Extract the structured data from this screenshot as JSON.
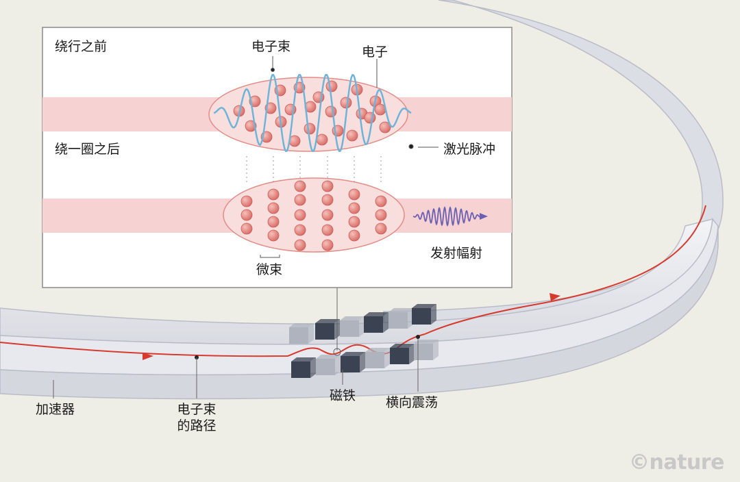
{
  "labels": {
    "before": "绕行之前",
    "after": "绕一圈之后",
    "electron_beam": "电子束",
    "electron": "电子",
    "laser_pulse": "激光脉冲",
    "microbunch": "微束",
    "emit_radiation": "发射幅射",
    "accelerator": "加速器",
    "beam_path_line1": "电子束",
    "beam_path_line2": "的路径",
    "magnet": "磁铁",
    "transverse_oscillation": "横向震荡"
  },
  "brand": "©nature",
  "colors": {
    "background": "#eeeee6",
    "ring_body": "#e2e4ea",
    "band": "#f6d2d2",
    "electron": "#e27b76",
    "laser": "#6fb4d8",
    "path": "#d63a2e",
    "radiation": "#6a5fb0",
    "magnet_dark": "#3b4252",
    "magnet_light": "#aeb3be"
  }
}
